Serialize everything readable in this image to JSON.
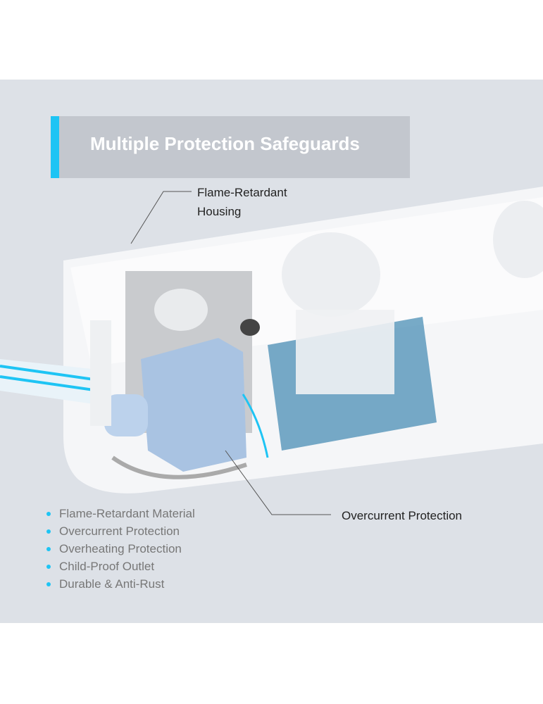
{
  "title": "Multiple Protection Safeguards",
  "callouts": {
    "housing_line1": "Flame-Retardant",
    "housing_line2": "Housing",
    "overcurrent": "Overcurrent Protection"
  },
  "features": [
    "Flame-Retardant Material",
    "Overcurrent Protection",
    "Overheating Protection",
    "Child-Proof Outlet",
    "Durable & Anti-Rust"
  ],
  "colors": {
    "accent": "#1ec4f4",
    "panel": "#dde1e7",
    "title_box": "#c3c7ce"
  }
}
